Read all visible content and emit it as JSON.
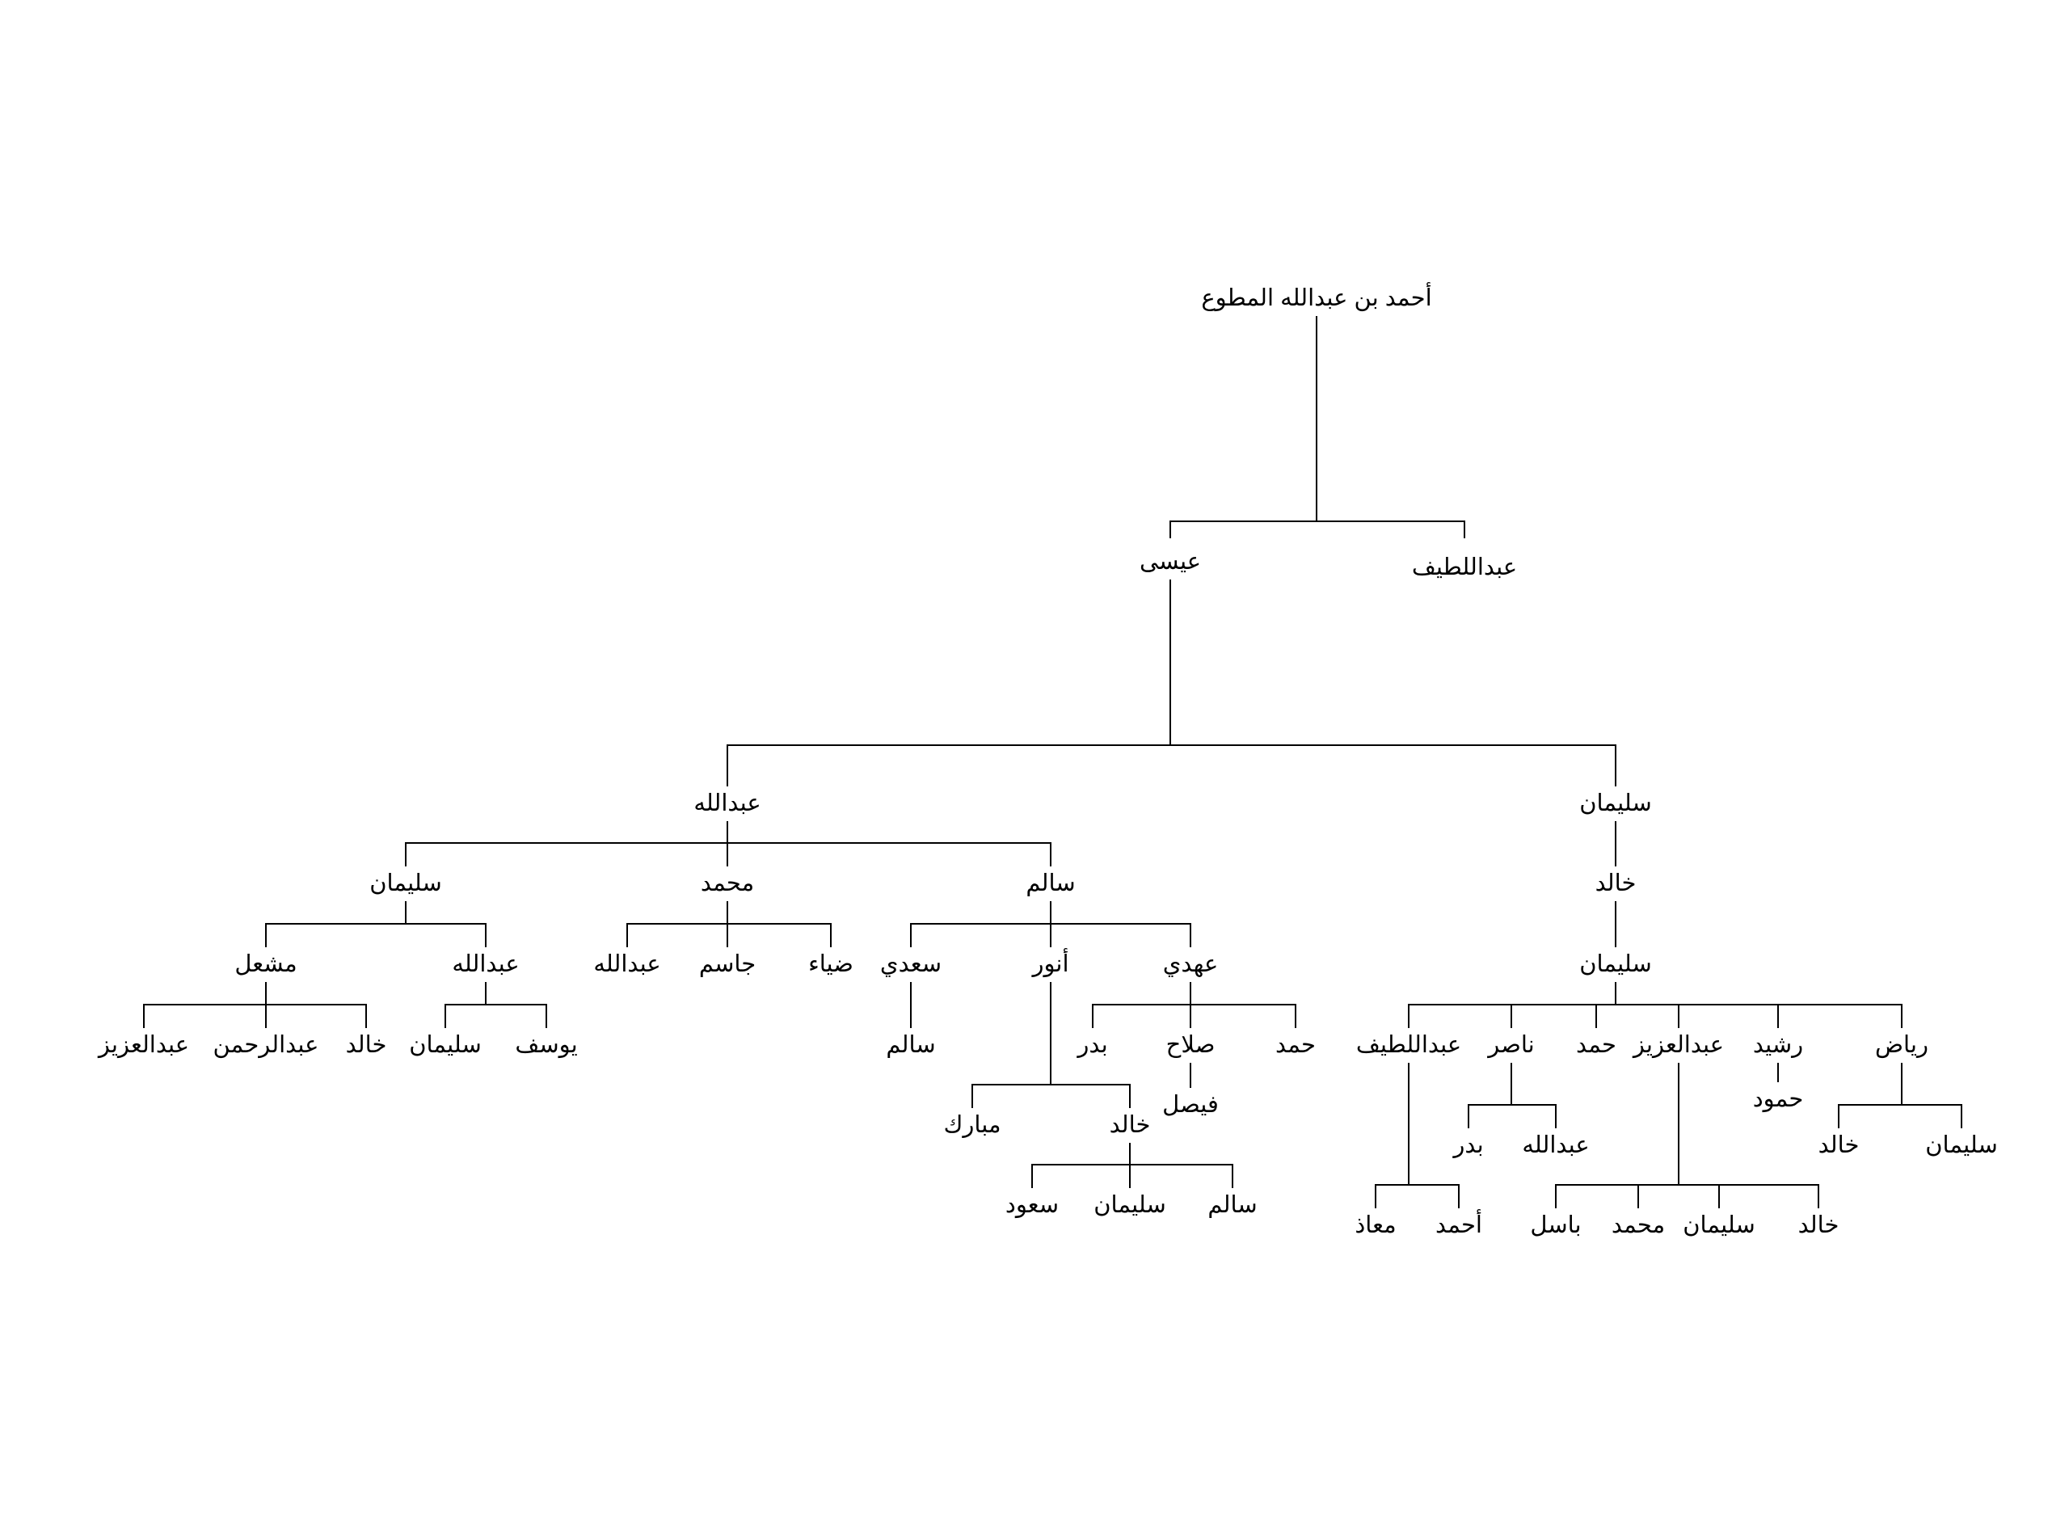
{
  "tree": {
    "id": "root",
    "name": "أحمد بن عبدالله المطوع",
    "children": [
      {
        "id": "abdullatif1",
        "name": "عبداللطيف",
        "children": []
      },
      {
        "id": "eisa",
        "name": "عيسى",
        "children": [
          {
            "id": "sulaiman1",
            "name": "سليمان",
            "children": [
              {
                "id": "khalid1",
                "name": "خالد",
                "children": [
                  {
                    "id": "sulaiman2",
                    "name": "سليمان",
                    "children": [
                      {
                        "id": "riyadh",
                        "name": "رياض",
                        "children": [
                          {
                            "id": "riyadh-sulaiman",
                            "name": "سليمان",
                            "children": []
                          },
                          {
                            "id": "riyadh-khalid",
                            "name": "خالد",
                            "children": []
                          }
                        ]
                      },
                      {
                        "id": "rashid",
                        "name": "رشيد",
                        "children": [
                          {
                            "id": "hamood",
                            "name": "حمود",
                            "children": []
                          }
                        ]
                      },
                      {
                        "id": "abdulaziz1",
                        "name": "عبدالعزيز",
                        "children": [
                          {
                            "id": "az-khalid",
                            "name": "خالد",
                            "children": []
                          },
                          {
                            "id": "az-sulaiman",
                            "name": "سليمان",
                            "children": []
                          },
                          {
                            "id": "az-mohammed",
                            "name": "محمد",
                            "children": []
                          },
                          {
                            "id": "az-basel",
                            "name": "باسل",
                            "children": []
                          }
                        ]
                      },
                      {
                        "id": "hamad1",
                        "name": "حمد",
                        "children": []
                      },
                      {
                        "id": "nasser",
                        "name": "ناصر",
                        "children": [
                          {
                            "id": "nasser-abdullah",
                            "name": "عبدالله",
                            "children": []
                          },
                          {
                            "id": "nasser-badr",
                            "name": "بدر",
                            "children": []
                          }
                        ]
                      },
                      {
                        "id": "abdullatif2",
                        "name": "عبداللطيف",
                        "children": [
                          {
                            "id": "lat-ahmed",
                            "name": "أحمد",
                            "children": []
                          },
                          {
                            "id": "lat-moath",
                            "name": "معاذ",
                            "children": []
                          }
                        ]
                      }
                    ]
                  }
                ]
              }
            ]
          },
          {
            "id": "abdullah1",
            "name": "عبدالله",
            "children": [
              {
                "id": "salem1",
                "name": "سالم",
                "children": [
                  {
                    "id": "ahdi",
                    "name": "عهدي",
                    "children": [
                      {
                        "id": "ahdi-hamad",
                        "name": "حمد",
                        "children": []
                      },
                      {
                        "id": "salah",
                        "name": "صلاح",
                        "children": [
                          {
                            "id": "faisal",
                            "name": "فيصل",
                            "children": []
                          }
                        ]
                      },
                      {
                        "id": "ahdi-badr",
                        "name": "بدر",
                        "children": []
                      }
                    ]
                  },
                  {
                    "id": "anwar",
                    "name": "أنور",
                    "children": [
                      {
                        "id": "anwar-khalid",
                        "name": "خالد",
                        "children": [
                          {
                            "id": "k-salem",
                            "name": "سالم",
                            "children": []
                          },
                          {
                            "id": "k-sulaiman",
                            "name": "سليمان",
                            "children": []
                          },
                          {
                            "id": "k-saud",
                            "name": "سعود",
                            "children": []
                          }
                        ]
                      },
                      {
                        "id": "mubarak",
                        "name": "مبارك",
                        "children": []
                      }
                    ]
                  },
                  {
                    "id": "saadi",
                    "name": "سعدي",
                    "children": [
                      {
                        "id": "saadi-salem",
                        "name": "سالم",
                        "children": []
                      }
                    ]
                  }
                ]
              },
              {
                "id": "mohammed1",
                "name": "محمد",
                "children": [
                  {
                    "id": "m-dhiya",
                    "name": "ضياء",
                    "children": []
                  },
                  {
                    "id": "m-jassim",
                    "name": "جاسم",
                    "children": []
                  },
                  {
                    "id": "m-abdullah",
                    "name": "عبدالله",
                    "children": []
                  }
                ]
              },
              {
                "id": "sulaiman3",
                "name": "سليمان",
                "children": [
                  {
                    "id": "s3-abdullah",
                    "name": "عبدالله",
                    "children": [
                      {
                        "id": "yousef",
                        "name": "يوسف",
                        "children": []
                      },
                      {
                        "id": "s3a-sulaiman",
                        "name": "سليمان",
                        "children": []
                      }
                    ]
                  },
                  {
                    "id": "mishal",
                    "name": "مشعل",
                    "children": [
                      {
                        "id": "mishal-khalid",
                        "name": "خالد",
                        "children": []
                      },
                      {
                        "id": "mishal-abdulrahman",
                        "name": "عبدالرحمن",
                        "children": []
                      },
                      {
                        "id": "mishal-abdulaziz",
                        "name": "عبدالعزيز",
                        "children": []
                      }
                    ]
                  }
                ]
              }
            ]
          }
        ]
      }
    ]
  }
}
